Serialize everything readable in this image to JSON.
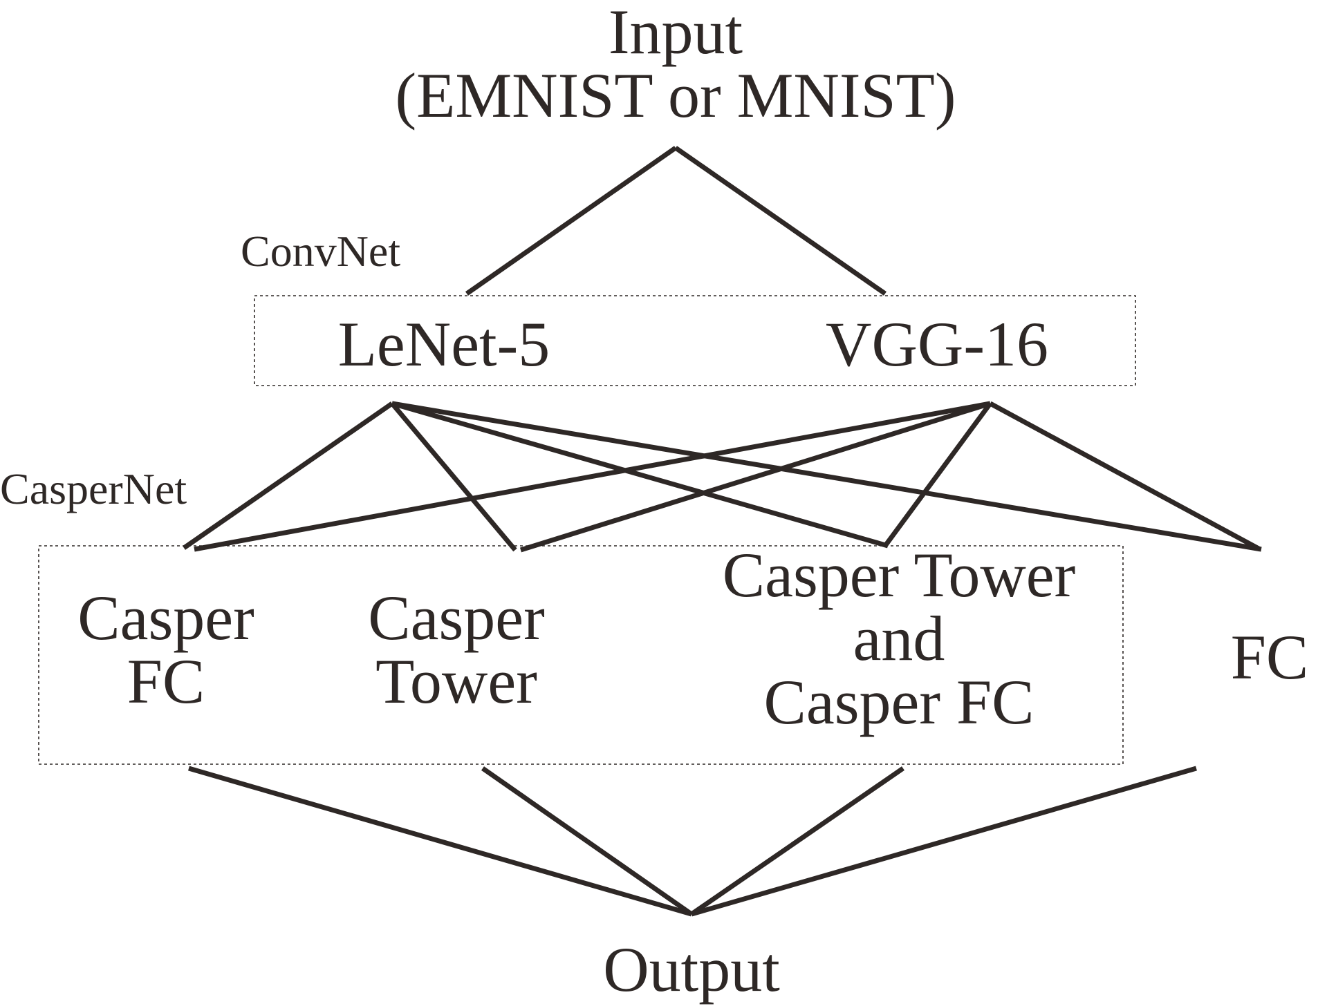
{
  "input": {
    "line1": "Input",
    "line2": "(EMNIST or MNIST)"
  },
  "groups": {
    "convnet": "ConvNet",
    "caspernet": "CasperNet"
  },
  "convnets": {
    "lenet": "LeNet-5",
    "vgg": "VGG-16"
  },
  "heads": {
    "casper_fc": [
      "Casper",
      "FC"
    ],
    "casper_tower": [
      "Casper",
      "Tower"
    ],
    "tower_and_fc": [
      "Casper Tower",
      "and",
      "Casper FC"
    ],
    "fc": "FC"
  },
  "output": "Output",
  "colors": {
    "ink": "#2e2826",
    "background": "#ffffff"
  }
}
